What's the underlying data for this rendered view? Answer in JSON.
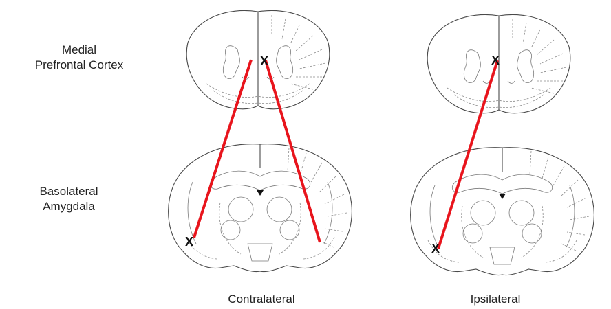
{
  "labels": {
    "mpfc_line1": "Medial",
    "mpfc_line2": "Prefrontal Cortex",
    "bla_line1": "Basolateral",
    "bla_line2": "Amygdala",
    "contralateral": "Contralateral",
    "ipsilateral": "Ipsilateral"
  },
  "marks": {
    "symbol": "X"
  },
  "colors": {
    "connection": "#e8141c",
    "outline": "#4a4a4a"
  }
}
